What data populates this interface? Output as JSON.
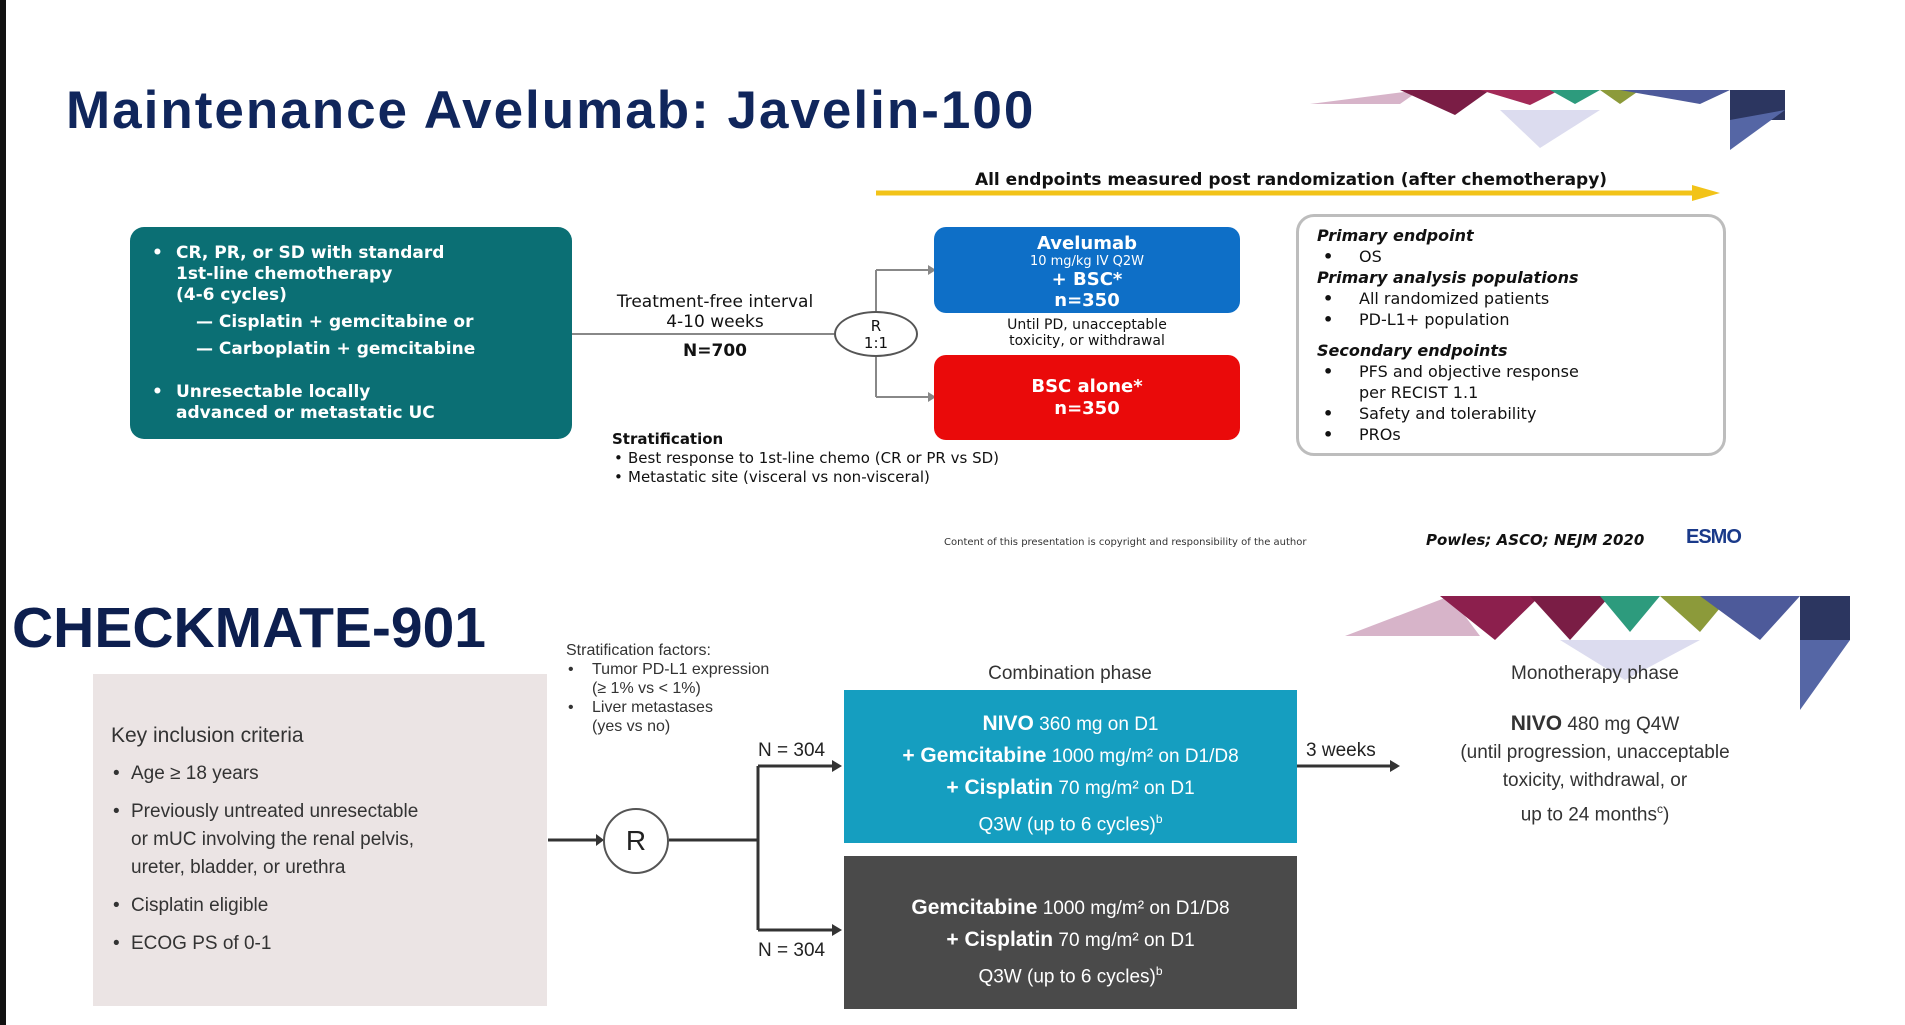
{
  "colors": {
    "title_navy": "#10265c",
    "teal_box": "#0b6f74",
    "avelumab_blue": "#0e6fc7",
    "bsc_red": "#ea0a0a",
    "arrow_yellow": "#f2c318",
    "nivo_cyan": "#159ec0",
    "gem_gray": "#4a4a4a",
    "key_box_bg": "#ebe4e4"
  },
  "top_slide": {
    "title": "Maintenance Avelumab: Javelin-100",
    "arrow_banner": "All endpoints measured post randomization (after chemotherapy)",
    "inclusion": {
      "b1_line1": "CR, PR, or SD with standard",
      "b1_line2": "1st-line chemotherapy",
      "b1_line3": "(4-6 cycles)",
      "sub1": "— Cisplatin + gemcitabine or",
      "sub2": "— Carboplatin + gemcitabine",
      "b2_line1": "Unresectable locally",
      "b2_line2": "advanced or metastatic UC"
    },
    "tfi_line1": "Treatment-free interval",
    "tfi_line2": "4-10 weeks",
    "n_total": "N=700",
    "rand_r": "R",
    "rand_ratio": "1:1",
    "avelumab": {
      "name": "Avelumab",
      "dose": "10 mg/kg IV Q2W",
      "plus": "+ BSC*",
      "n": "n=350"
    },
    "until_line1": "Until PD, unacceptable",
    "until_line2": "toxicity, or withdrawal",
    "bsc": {
      "name": "BSC alone*",
      "n": "n=350"
    },
    "stratification": {
      "heading": "Stratification",
      "items": [
        "Best response to 1st-line chemo (CR or PR vs SD)",
        "Metastatic site (visceral vs non-visceral)"
      ]
    },
    "endpoints": {
      "primary_heading": "Primary endpoint",
      "primary_items": [
        "OS"
      ],
      "populations_heading": "Primary analysis populations",
      "populations_items": [
        "All randomized patients",
        "PD-L1+ population"
      ],
      "secondary_heading": "Secondary endpoints",
      "secondary_item1_line1": "PFS and objective response",
      "secondary_item1_line2": "per RECIST 1.1",
      "secondary_item2": "Safety and tolerability",
      "secondary_item3": "PROs"
    },
    "footer_copyright": "Content of this presentation is copyright and responsibility of the author",
    "footer_citation": "Powles; ASCO; NEJM 2020",
    "footer_logo": "ESMO"
  },
  "bottom_slide": {
    "title": "CHECKMATE-901",
    "key_inclusion": {
      "heading": "Key inclusion criteria",
      "item1": "Age ≥ 18 years",
      "item2_line1": "Previously untreated unresectable",
      "item2_line2": "or mUC involving the renal pelvis,",
      "item2_line3": "ureter, bladder, or urethra",
      "item3": "Cisplatin eligible",
      "item4": "ECOG PS of 0-1"
    },
    "stratification_factors": {
      "heading": "Stratification factors:",
      "item1": "Tumor PD-L1 expression",
      "item1_cont": "(≥ 1% vs < 1%)",
      "item2": "Liver metastases",
      "item2_cont": "(yes vs no)"
    },
    "rand_r": "R",
    "n_upper": "N = 304",
    "n_lower": "N = 304",
    "combination_phase": "Combination phase",
    "monotherapy_phase": "Monotherapy phase",
    "nivo_box": {
      "l1_bold": "NIVO",
      "l1_rest": " 360 mg on D1",
      "l2_bold": "+ Gemcitabine",
      "l2_rest": " 1000 mg/m² on D1/D8",
      "l3_bold": "+ Cisplatin",
      "l3_rest": " 70 mg/m² on D1",
      "l4": "Q3W (up to 6 cycles)",
      "l4_sup": "b"
    },
    "gem_box": {
      "l1_bold": "Gemcitabine",
      "l1_rest": " 1000 mg/m² on D1/D8",
      "l2_bold": "+ Cisplatin",
      "l2_rest": " 70 mg/m² on D1",
      "l3": "Q3W (up to 6 cycles)",
      "l3_sup": "b"
    },
    "weeks": "3 weeks",
    "mono": {
      "l1_bold": "NIVO",
      "l1_rest": " 480 mg Q4W",
      "l2": "(until progression, unacceptable",
      "l3": "toxicity, withdrawal, or",
      "l4": "up to 24 months",
      "l4_sup": "c",
      "l4_end": ")"
    }
  }
}
